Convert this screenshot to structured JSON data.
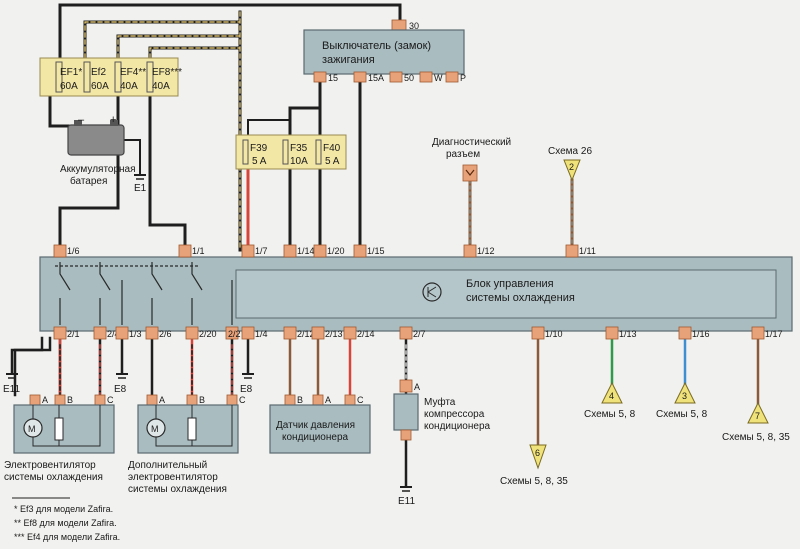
{
  "power_fuses": [
    {
      "id": "ef1",
      "name": "EF1*",
      "rating": "60A"
    },
    {
      "id": "ef2",
      "name": "Ef2",
      "rating": "60A"
    },
    {
      "id": "ef4",
      "name": "EF4**",
      "rating": "40A"
    },
    {
      "id": "ef8",
      "name": "EF8***",
      "rating": "40A"
    }
  ],
  "battery": {
    "label_line1": "Аккумуляторная",
    "label_line2": "батарея",
    "ground": "E1"
  },
  "ignition": {
    "label_line1": "Выключатель (замок)",
    "label_line2": "зажигания",
    "top_pin": "30",
    "pins": [
      "15",
      "15A",
      "50",
      "W",
      "P"
    ]
  },
  "small_fuses": [
    {
      "id": "f39",
      "name": "F39",
      "rating": "5 A"
    },
    {
      "id": "f35",
      "name": "F35",
      "rating": "10A"
    },
    {
      "id": "f40",
      "name": "F40",
      "rating": "5 A"
    }
  ],
  "diag": {
    "label_line1": "Диагностический",
    "label_line2": "разъем"
  },
  "scheme26": {
    "label": "Схема 26",
    "number": "2"
  },
  "control_unit": {
    "label_line1": "Блок управления",
    "label_line2": "системы охлаждения"
  },
  "top_pins": [
    "1/6",
    "1/1",
    "1/7",
    "1/14",
    "1/20",
    "1/15",
    "1/12",
    "1/11"
  ],
  "bottom_pins": [
    "2/1",
    "2/4",
    "1/3",
    "2/6",
    "2/20",
    "2/2",
    "1/4",
    "2/12",
    "2/13",
    "2/14",
    "2/7",
    "1/10",
    "1/13",
    "1/16",
    "1/17"
  ],
  "grounds": {
    "left": "E11",
    "mid1": "E8",
    "mid2": "E8",
    "bottom": "E11"
  },
  "fan1": {
    "label_line1": "Электровентилятор",
    "label_line2": "системы охлаждения",
    "pins": [
      "A",
      "B",
      "C"
    ],
    "motor": "M"
  },
  "fan2": {
    "label_line1": "Дополнительный",
    "label_line2": "электровентилятор",
    "label_line3": "системы охлаждения",
    "pins": [
      "A",
      "B",
      "C"
    ],
    "motor": "M"
  },
  "sensor": {
    "label_line1": "Датчик давления",
    "label_line2": "кондиционера",
    "pins": [
      "B",
      "A",
      "C"
    ]
  },
  "clutch": {
    "label_line1": "Муфта",
    "label_line2": "компрессора",
    "label_line3": "кондиционера",
    "pin": "A"
  },
  "refs": [
    {
      "id": "ref6",
      "number": "6",
      "label": "Схемы 5, 8, 35"
    },
    {
      "id": "ref4",
      "number": "4",
      "label": "Схемы 5, 8"
    },
    {
      "id": "ref3",
      "number": "3",
      "label": "Схемы 5, 8"
    },
    {
      "id": "ref7",
      "number": "7",
      "label": "Схемы 5, 8, 35"
    }
  ],
  "footnotes": [
    "*   Ef3 для модели Zafira.",
    "**  Ef8 для модели Zafira.",
    "*** Ef4 для модели Zafira."
  ],
  "colors": {
    "red": "#d9443a",
    "black": "#1e1e1e",
    "brown": "#8a5a3a",
    "green": "#2e9a4a",
    "blue": "#3c8fd0",
    "fuse_bg": "#f3e7a6",
    "module_bg": "#a9bcc0",
    "ref_bg": "#f0e27a",
    "pin_bg": "#e8a27a"
  }
}
